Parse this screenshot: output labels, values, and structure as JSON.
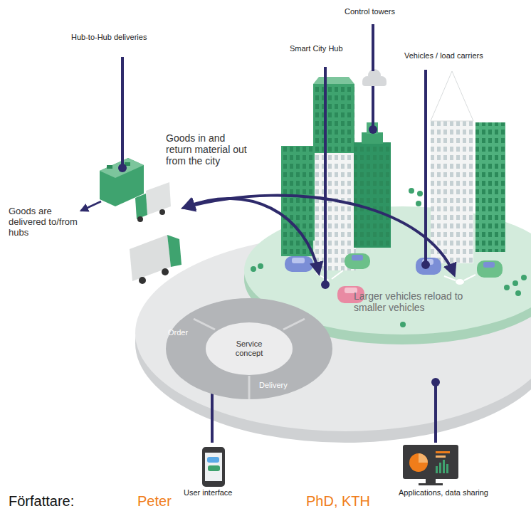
{
  "diagram": {
    "nodes": [
      {
        "text": [
          "Order",
          "Delivery"
        ]
      },
      {
        "text": [
          "Service concept"
        ],
        "in": 0
      }
    ],
    "labels": [
      "Hub-to-Hub deliveries",
      "Control towers",
      "Smart City Hub",
      "Vehicles / load carriers",
      "Goods in and return material out from the city",
      "Goods are delivered to/from hubs",
      "Larger vehicles reload to smaller vehicles",
      "User interface",
      "Applications, data sharing",
      "Författare:",
      "Peter",
      "PhD, KTH"
    ]
  }
}
